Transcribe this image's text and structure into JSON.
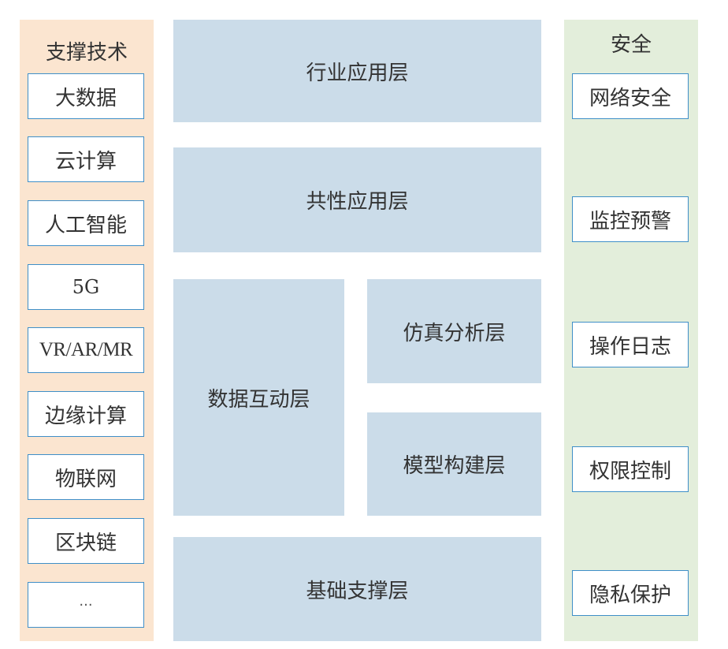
{
  "support_tech": {
    "title": "支撑技术",
    "items": [
      "大数据",
      "云计算",
      "人工智能",
      "5G",
      "VR/AR/MR",
      "边缘计算",
      "物联网",
      "区块链",
      "···"
    ]
  },
  "layers": {
    "industry": "行业应用层",
    "common": "共性应用层",
    "data_interaction": "数据互动层",
    "simulation": "仿真分析层",
    "modeling": "模型构建层",
    "foundation": "基础支撑层"
  },
  "security": {
    "title": "安全",
    "items": [
      "网络安全",
      "监控预警",
      "操作日志",
      "权限控制",
      "隐私保护"
    ]
  }
}
